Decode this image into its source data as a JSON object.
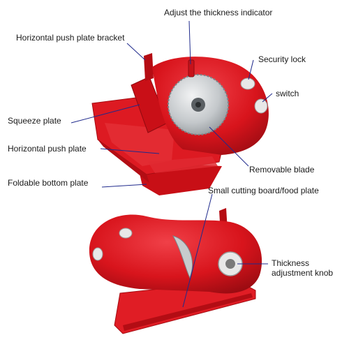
{
  "labels": {
    "adjust_thickness_indicator": "Adjust the thickness indicator",
    "push_plate_bracket": "Horizontal push plate bracket",
    "security_lock": "Security lock",
    "switch": "switch",
    "squeeze_plate": "Squeeze plate",
    "horizontal_push_plate": "Horizontal push plate",
    "removable_blade": "Removable blade",
    "foldable_bottom_plate": "Foldable bottom plate",
    "cutting_board": "Small cutting board/food plate",
    "thickness_knob": "Thickness adjustment knob"
  },
  "colors": {
    "body_red": "#d8141c",
    "dark_red": "#a50c12",
    "blade_silver": "#bfc3c6",
    "leader_line": "#1f2a8c",
    "knob_white": "#e8e8e8"
  }
}
